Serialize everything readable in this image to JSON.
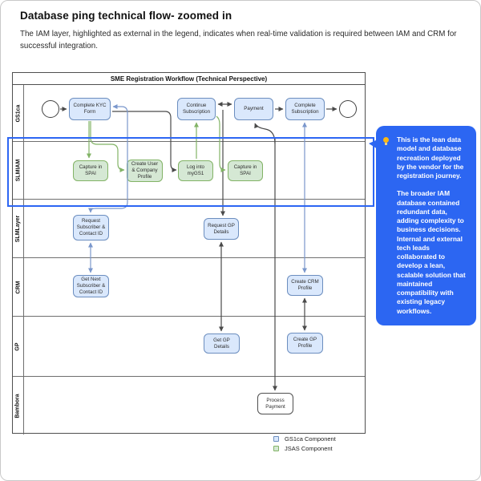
{
  "page": {
    "title": "Database ping technical flow- zoomed in",
    "subtitle": "The IAM layer, highlighted as external in the legend, indicates when real-time validation is required between IAM and CRM for successful integration."
  },
  "diagram": {
    "pool_title": "SME Registration Workflow (Technical Perspective)",
    "lanes": [
      "GS1ca",
      "SLMIAM",
      "SLMLayer",
      "CRM",
      "GP",
      "Bambora"
    ],
    "nodes": {
      "complete_kyc_form": "Complete KYC Form",
      "continue_subscription": "Continue Subscription",
      "payment": "Payment",
      "complete_subscription": "Complete Subscription",
      "capture_in_spai_1": "Capture in SPAI",
      "create_user_company_profile": "Create User & Company Profile",
      "log_into_mygs1": "Log into myGS1",
      "capture_in_spai_2": "Capture in SPAI",
      "request_subscriber_contact_id": "Request Subscriber & Contact ID",
      "request_gp_details": "Request GP Details",
      "get_next_subscriber_contact_id": "Get Next Subscriber & Contact ID",
      "create_crm_profile": "Create CRM Profile",
      "get_gp_details": "Get GP Details",
      "create_gp_profile": "Create GP Profile",
      "process_payment": "Process Payment"
    },
    "legend": [
      {
        "label": "GS1ca Component",
        "fill": "#dae8fc",
        "border": "#6c8ebf"
      },
      {
        "label": "JSAS Component",
        "fill": "#d5e8d4",
        "border": "#82b366"
      }
    ]
  },
  "callout": {
    "icon": "lightbulb-icon",
    "paragraph1": "This is the lean data model and database recreation deployed by the vendor for the registration journey.",
    "paragraph2": "The broader IAM database contained redundant data, adding complexity to business decisions. Internal and external tech leads collaborated to develop a lean, scalable solution that maintained compatibility with existing legacy workflows."
  },
  "colors": {
    "accent_blue": "#2d66f3",
    "callout_bg": "#2c66f2",
    "task_blue_fill": "#dae8fc",
    "task_blue_border": "#6c8ebf",
    "task_green_fill": "#d5e8d4",
    "task_green_border": "#82b366",
    "edge_dark": "#4a4a4a",
    "edge_green": "#82b366",
    "edge_blue": "#7a97cc"
  }
}
